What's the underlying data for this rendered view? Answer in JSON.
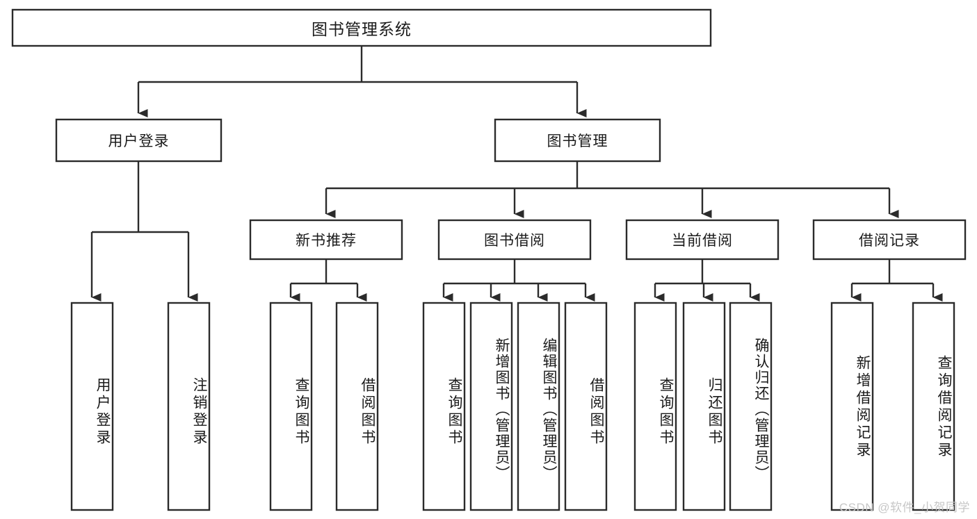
{
  "diagram": {
    "title": "图书管理系统",
    "type": "tree-hierarchy",
    "colors": {
      "box_stroke": "#2b2b2b",
      "box_fill": "#ffffff",
      "text": "#1a1a1a",
      "background": "#ffffff",
      "watermark": "#c7c7c7"
    },
    "root": {
      "label": "图书管理系统"
    },
    "level2": [
      {
        "label": "用户登录"
      },
      {
        "label": "图书管理"
      }
    ],
    "level3": [
      {
        "label": "新书推荐"
      },
      {
        "label": "图书借阅"
      },
      {
        "label": "当前借阅"
      },
      {
        "label": "借阅记录"
      }
    ],
    "leaves": {
      "user_login": [
        {
          "label": "用户登录"
        },
        {
          "label": "注销登录"
        }
      ],
      "new_book_recommend": [
        {
          "label": "查询图书"
        },
        {
          "label": "借阅图书"
        }
      ],
      "book_borrow": [
        {
          "label": "查询图书"
        },
        {
          "label": "新增图书（管理员）"
        },
        {
          "label": "编辑图书（管理员）"
        },
        {
          "label": "借阅图书"
        }
      ],
      "current_borrow": [
        {
          "label": "查询图书"
        },
        {
          "label": "归还图书"
        },
        {
          "label": "确认归还（管理员）"
        }
      ],
      "borrow_record": [
        {
          "label": "新增借阅记录"
        },
        {
          "label": "查询借阅记录"
        }
      ]
    }
  },
  "watermark": {
    "text": "CSDN @软件_小贺同学"
  }
}
